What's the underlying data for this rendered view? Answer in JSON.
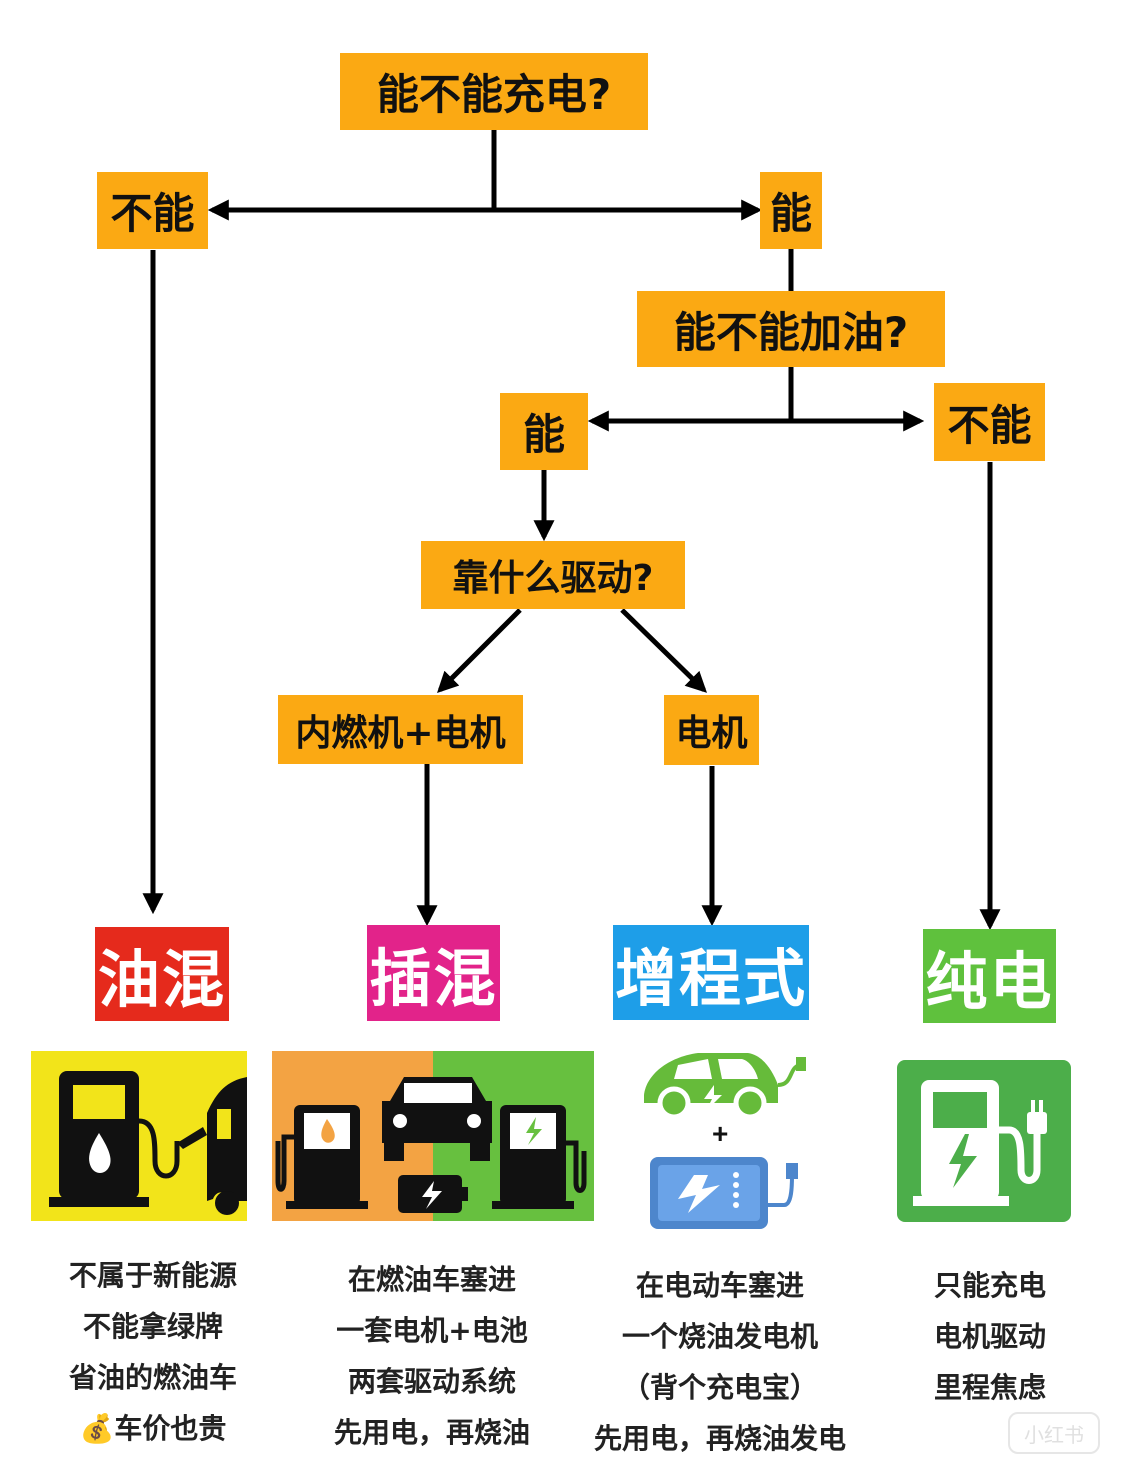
{
  "nodes": {
    "q_charge": "能不能充电?",
    "no_charge": "不能",
    "yes_charge": "能",
    "q_fuel": "能不能加油?",
    "yes_fuel": "能",
    "no_fuel": "不能",
    "q_drive": "靠什么驱动?",
    "ice_motor": "内燃机+电机",
    "motor": "电机"
  },
  "categories": [
    {
      "label": "油混",
      "color": "#e52a1c",
      "lines": [
        "不属于新能源",
        "不能拿绿牌",
        "省油的燃油车",
        "💰车价也贵"
      ]
    },
    {
      "label": "插混",
      "color": "#e2238a",
      "lines": [
        "在燃油车塞进",
        "一套电机+电池",
        "两套驱动系统",
        "先用电，再烧油"
      ]
    },
    {
      "label": "增程式",
      "color": "#1e9ee8",
      "lines": [
        "在电动车塞进",
        "一个烧油发电机",
        "（背个充电宝）",
        "先用电，再烧油发电"
      ]
    },
    {
      "label": "纯电",
      "color": "#5fc13d",
      "lines": [
        "只能充电",
        "电机驱动",
        "里程焦虑"
      ]
    }
  ],
  "plus_sign": "+",
  "watermark": "小红书",
  "colors": {
    "node": "#fba913",
    "yellow_panel": "#f2e41a",
    "orange_panel": "#f3a343",
    "green_panel": "#67c03f"
  }
}
